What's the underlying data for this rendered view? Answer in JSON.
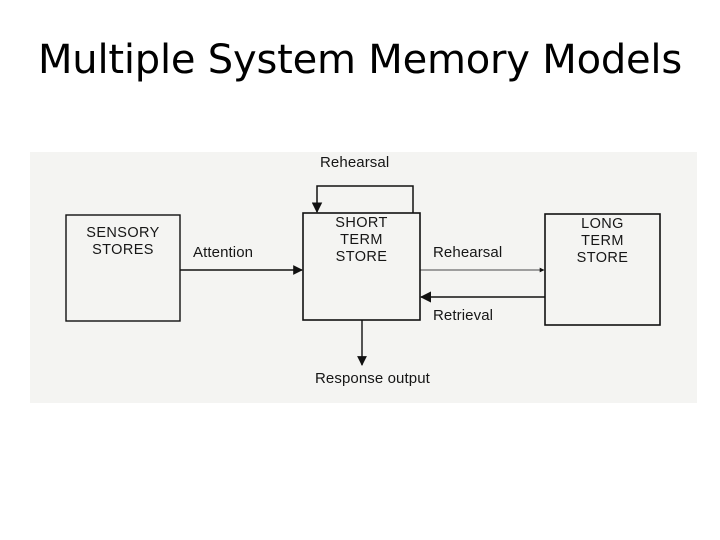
{
  "slide": {
    "title": "Multiple System Memory Models",
    "background_color": "#ffffff",
    "text_color": "#000000"
  },
  "figure": {
    "background_color": "#f4f4f2",
    "line_color": "#111111",
    "nodes": [
      {
        "id": "sensory-stores",
        "label": "SENSORY\nSTORES",
        "line1": "SENSORY",
        "line2": "STORES"
      },
      {
        "id": "short-term-store",
        "label": "SHORT\nTERM\nSTORE",
        "line1": "SHORT",
        "line2": "TERM",
        "line3": "STORE"
      },
      {
        "id": "long-term-store",
        "label": "LONG\nTERM\nSTORE",
        "line1": "LONG",
        "line2": "TERM",
        "line3": "STORE"
      }
    ],
    "edges": [
      {
        "id": "attention",
        "label": "Attention",
        "from": "sensory-stores",
        "to": "short-term-store",
        "direction": "right"
      },
      {
        "id": "rehearsal-loop",
        "label": "Rehearsal",
        "from": "short-term-store",
        "to": "short-term-store",
        "direction": "loop"
      },
      {
        "id": "rehearsal-lts",
        "label": "Rehearsal",
        "from": "short-term-store",
        "to": "long-term-store",
        "direction": "right"
      },
      {
        "id": "retrieval",
        "label": "Retrieval",
        "from": "long-term-store",
        "to": "short-term-store",
        "direction": "left"
      },
      {
        "id": "response",
        "label": "Response output",
        "from": "short-term-store",
        "to": "output",
        "direction": "down"
      }
    ]
  }
}
